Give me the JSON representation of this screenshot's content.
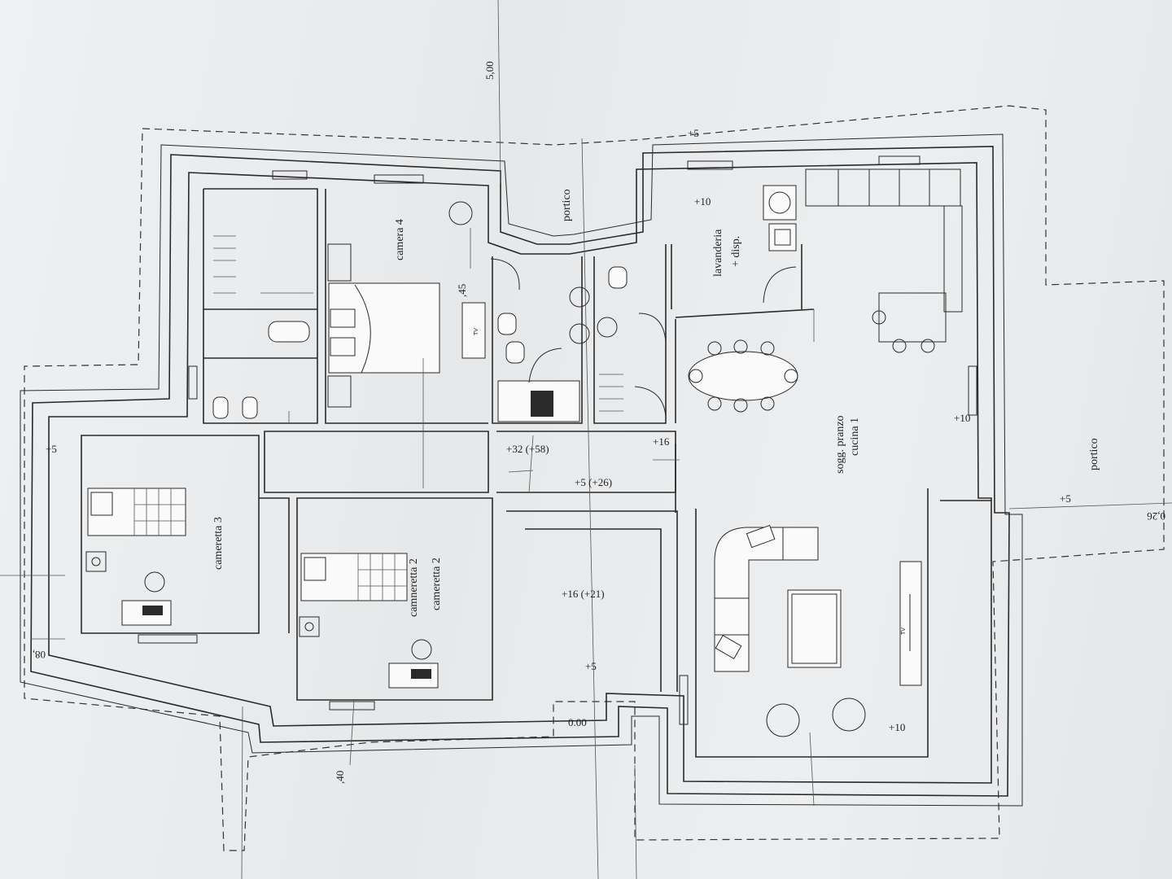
{
  "rooms": {
    "camera_4": "camera 4",
    "cameretta_3": "cameretta 3",
    "cameretta_2a": "cameretta 2",
    "cameretta_2b": "camneretta 2",
    "soggiorno": "sogg. pranzo",
    "cucina": "cucina 1",
    "lavanderia": "lavanderia",
    "disp": "+ disp.",
    "portico_top": "portico",
    "portico_right": "portico"
  },
  "levels": {
    "l_plus5_top": "+5",
    "l_plus10_lav": "+10",
    "l_plus10_sogg": "+10",
    "l_plus10_bottom": "+10",
    "l_plus5_left": "+5",
    "l_plus32": "+32 (+58)",
    "l_plus16": "+16",
    "l_plus5_26": "+5 (+26)",
    "l_plus16_21": "+16 (+21)",
    "l_plus5_bottom": "+5",
    "l_plus5_right": "+5",
    "l_zero": "0.00"
  },
  "dimensions": {
    "d_500": "5,00",
    "d_45": ",45",
    "d_80": "08,",
    "d_40": ",40",
    "d_026": "0,26"
  },
  "symbols": {
    "tv_1": "TV",
    "tv_2": "TV"
  }
}
